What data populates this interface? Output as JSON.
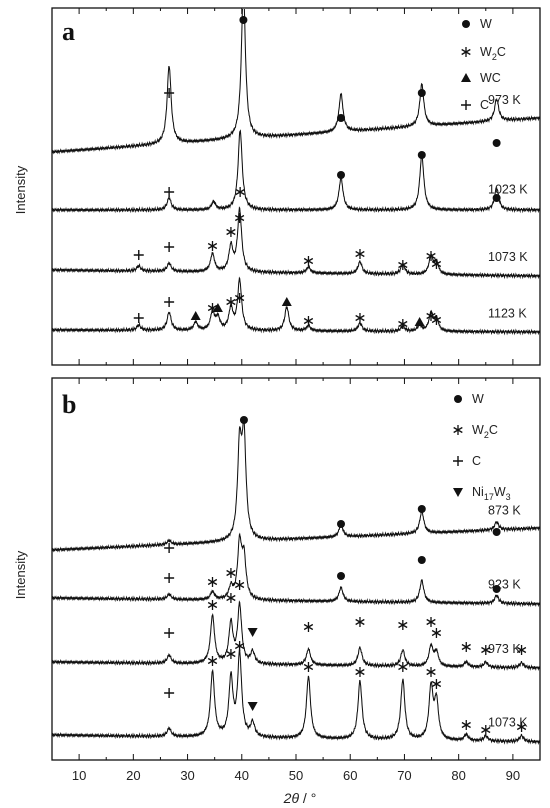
{
  "figure": {
    "x_label_var": "2θ",
    "x_label_unit": " / °",
    "x_ticks": [
      10,
      20,
      30,
      40,
      50,
      60,
      70,
      80,
      90
    ]
  },
  "chart_data": [
    {
      "type": "line",
      "panel": "a",
      "ylabel": "Intensity",
      "xlim": [
        5,
        95
      ],
      "legend": [
        {
          "symbol": "circle",
          "label": "W"
        },
        {
          "symbol": "star",
          "label": "W",
          "sub": "2",
          "tail": "C"
        },
        {
          "symbol": "triangle-up",
          "label": "WC"
        },
        {
          "symbol": "plus",
          "label": "C"
        }
      ],
      "series": [
        {
          "name": "973 K",
          "baseline": 152,
          "end": 118,
          "peaks": [
            [
              26.6,
              78
            ],
            [
              40.3,
              150
            ],
            [
              58.3,
              38
            ],
            [
              73.2,
              42
            ],
            [
              87.0,
              22
            ]
          ],
          "markers": [
            [
              "plus",
              26.6,
              93
            ],
            [
              "circle",
              40.3,
              20
            ],
            [
              "circle",
              58.3,
              118
            ],
            [
              "circle",
              73.2,
              93
            ],
            [
              "circle",
              87.0,
              143
            ]
          ]
        },
        {
          "name": "1023 K",
          "baseline": 210,
          "end": 210,
          "peaks": [
            [
              26.6,
              12
            ],
            [
              34.8,
              8
            ],
            [
              39.7,
              80
            ],
            [
              58.3,
              32
            ],
            [
              73.2,
              55
            ],
            [
              87.0,
              22
            ]
          ],
          "markers": [
            [
              "plus",
              26.6,
              192
            ],
            [
              "star",
              39.7,
              192
            ],
            [
              "circle",
              58.3,
              175
            ],
            [
              "circle",
              73.2,
              155
            ],
            [
              "circle",
              87.0,
              198
            ]
          ]
        },
        {
          "name": "1073 K",
          "baseline": 270,
          "end": 276,
          "peaks": [
            [
              21.0,
              5
            ],
            [
              26.6,
              8
            ],
            [
              34.6,
              18
            ],
            [
              38.0,
              25
            ],
            [
              39.6,
              62
            ],
            [
              52.3,
              6
            ],
            [
              61.8,
              12
            ],
            [
              69.7,
              10
            ],
            [
              74.9,
              18
            ],
            [
              75.9,
              12
            ]
          ],
          "markers": [
            [
              "plus",
              21.0,
              255
            ],
            [
              "plus",
              26.6,
              247
            ],
            [
              "star",
              34.6,
              246
            ],
            [
              "star",
              38.0,
              232
            ],
            [
              "star",
              39.6,
              218
            ],
            [
              "star",
              52.3,
              261
            ],
            [
              "star",
              61.8,
              254
            ],
            [
              "star",
              69.7,
              265
            ],
            [
              "star",
              74.9,
              256
            ],
            [
              "star",
              75.9,
              264
            ]
          ]
        },
        {
          "name": "1123 K",
          "baseline": 330,
          "end": 332,
          "peaks": [
            [
              21.0,
              5
            ],
            [
              26.6,
              18
            ],
            [
              31.5,
              8
            ],
            [
              34.6,
              18
            ],
            [
              35.6,
              12
            ],
            [
              38.0,
              22
            ],
            [
              39.6,
              50
            ],
            [
              48.3,
              24
            ],
            [
              52.3,
              5
            ],
            [
              61.8,
              8
            ],
            [
              69.7,
              5
            ],
            [
              72.8,
              6
            ],
            [
              74.9,
              18
            ],
            [
              75.9,
              12
            ]
          ],
          "markers": [
            [
              "plus",
              21.0,
              318
            ],
            [
              "plus",
              26.6,
              302
            ],
            [
              "triangle",
              31.5,
              316
            ],
            [
              "star",
              34.6,
              308
            ],
            [
              "triangle",
              35.6,
              308
            ],
            [
              "star",
              38.0,
              302
            ],
            [
              "star",
              39.6,
              298
            ],
            [
              "triangle",
              48.3,
              302
            ],
            [
              "star",
              52.3,
              321
            ],
            [
              "star",
              61.8,
              318
            ],
            [
              "star",
              69.7,
              324
            ],
            [
              "triangle",
              72.8,
              322
            ],
            [
              "star",
              74.9,
              316
            ],
            [
              "star",
              75.9,
              320
            ]
          ]
        }
      ]
    },
    {
      "type": "line",
      "panel": "b",
      "ylabel": "Intensity",
      "xlim": [
        5,
        95
      ],
      "legend": [
        {
          "symbol": "circle",
          "label": "W"
        },
        {
          "symbol": "star",
          "label": "W",
          "sub": "2",
          "tail": "C"
        },
        {
          "symbol": "plus",
          "label": "C"
        },
        {
          "symbol": "triangle-down",
          "label": "Ni",
          "sub": "17",
          "tail": "W",
          "sub2": "3"
        }
      ],
      "series": [
        {
          "name": "873 K",
          "baseline": 550,
          "end": 528,
          "peaks": [
            [
              26.6,
              4
            ],
            [
              39.6,
              90
            ],
            [
              40.4,
              100
            ],
            [
              58.3,
              12
            ],
            [
              73.2,
              22
            ],
            [
              87.0,
              8
            ]
          ],
          "markers": [
            [
              "plus",
              26.6,
              548
            ],
            [
              "circle",
              40.4,
              420
            ],
            [
              "circle",
              58.3,
              524
            ],
            [
              "circle",
              73.2,
              509
            ],
            [
              "circle",
              87.0,
              532
            ]
          ]
        },
        {
          "name": "923 K",
          "baseline": 598,
          "end": 604,
          "peaks": [
            [
              26.6,
              5
            ],
            [
              34.6,
              8
            ],
            [
              38.0,
              12
            ],
            [
              39.6,
              55
            ],
            [
              40.4,
              40
            ],
            [
              58.3,
              14
            ],
            [
              73.2,
              22
            ],
            [
              87.0,
              8
            ]
          ],
          "markers": [
            [
              "plus",
              26.6,
              578
            ],
            [
              "star",
              34.6,
              582
            ],
            [
              "star",
              38.0,
              573
            ],
            [
              "circle",
              58.3,
              576
            ],
            [
              "circle",
              73.2,
              560
            ],
            [
              "circle",
              87.0,
              589
            ]
          ]
        },
        {
          "name": "973 K",
          "baseline": 662,
          "end": 668,
          "peaks": [
            [
              26.6,
              8
            ],
            [
              34.6,
              48
            ],
            [
              38.0,
              40
            ],
            [
              39.6,
              58
            ],
            [
              42.0,
              12
            ],
            [
              52.3,
              16
            ],
            [
              61.8,
              18
            ],
            [
              69.7,
              16
            ],
            [
              74.9,
              20
            ],
            [
              75.9,
              14
            ],
            [
              81.4,
              5
            ],
            [
              85.0,
              5
            ],
            [
              91.6,
              5
            ]
          ],
          "markers": [
            [
              "plus",
              26.6,
              633
            ],
            [
              "star",
              34.6,
              605
            ],
            [
              "star",
              38.0,
              598
            ],
            [
              "star",
              39.6,
              585
            ],
            [
              "triangle-down",
              42.0,
              632
            ],
            [
              "star",
              52.3,
              627
            ],
            [
              "star",
              61.8,
              622
            ],
            [
              "star",
              69.7,
              625
            ],
            [
              "star",
              74.9,
              622
            ],
            [
              "star",
              75.9,
              633
            ],
            [
              "star",
              81.4,
              647
            ],
            [
              "star",
              85.0,
              650
            ],
            [
              "star",
              91.6,
              650
            ]
          ]
        },
        {
          "name": "1073 K",
          "baseline": 735,
          "end": 742,
          "peaks": [
            [
              26.6,
              8
            ],
            [
              34.6,
              65
            ],
            [
              38.0,
              58
            ],
            [
              39.6,
              82
            ],
            [
              42.0,
              14
            ],
            [
              52.3,
              62
            ],
            [
              61.8,
              58
            ],
            [
              69.7,
              60
            ],
            [
              74.9,
              52
            ],
            [
              75.9,
              38
            ],
            [
              81.4,
              6
            ],
            [
              85.0,
              5
            ],
            [
              91.6,
              6
            ]
          ],
          "markers": [
            [
              "plus",
              26.6,
              693
            ],
            [
              "star",
              34.6,
              661
            ],
            [
              "star",
              38.0,
              654
            ],
            [
              "star",
              39.6,
              646
            ],
            [
              "triangle-down",
              42.0,
              706
            ],
            [
              "star",
              52.3,
              667
            ],
            [
              "star",
              61.8,
              672
            ],
            [
              "star",
              69.7,
              667
            ],
            [
              "star",
              74.9,
              672
            ],
            [
              "star",
              75.9,
              684
            ],
            [
              "star",
              81.4,
              725
            ],
            [
              "star",
              85.0,
              730
            ],
            [
              "star",
              91.6,
              727
            ]
          ]
        }
      ]
    }
  ]
}
